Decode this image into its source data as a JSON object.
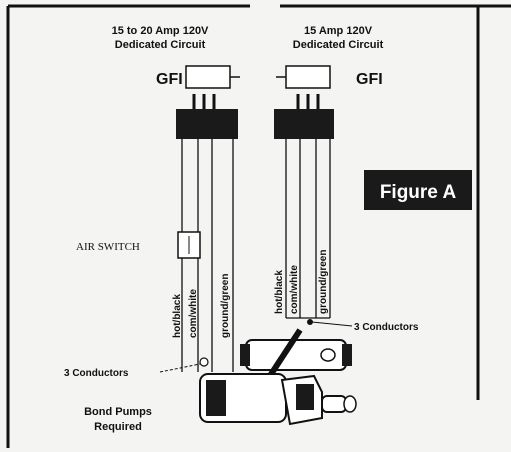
{
  "circuits": {
    "left_title_line1": "15 to 20 Amp 120V",
    "left_title_line2": "Dedicated Circuit",
    "right_title_line1": "15 Amp 120V",
    "right_title_line2": "Dedicated Circuit"
  },
  "gfi": {
    "left_label": "GFI",
    "right_label": "GFI"
  },
  "wires": {
    "left": [
      "hot/black",
      "com/white",
      "ground/green"
    ],
    "right": [
      "hot/black",
      "com/white",
      "ground/green"
    ]
  },
  "labels": {
    "air_switch": "AIR SWITCH",
    "conductors_right": "3 Conductors",
    "conductors_left": "3 Conductors",
    "bond_line1": "Bond Pumps",
    "bond_line2": "Required"
  },
  "figure": {
    "title": "Figure A"
  },
  "colors": {
    "line": "#111111",
    "figure_bg": "#1a1a1a",
    "paper": "#f4f4f2"
  }
}
